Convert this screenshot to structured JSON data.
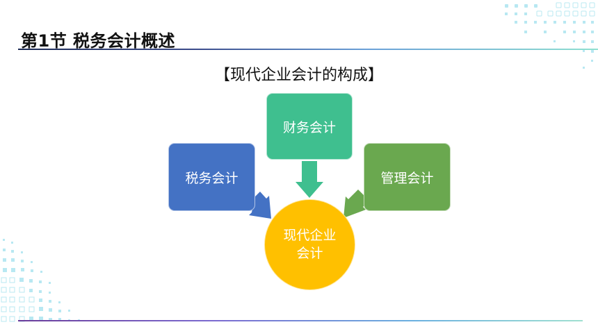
{
  "header": {
    "title": "第1节  税务会计概述"
  },
  "diagram": {
    "subtitle": "【现代企业会计的构成】",
    "nodes": {
      "tax_accounting": "税务会计",
      "financial_accounting": "财务会计",
      "management_accounting": "管理会计",
      "modern_enterprise_line1": "现代企业",
      "modern_enterprise_line2": "会计"
    }
  },
  "colors": {
    "tax_accounting": "#4472c4",
    "financial_accounting": "#3fbf8f",
    "management_accounting": "#6aa84f",
    "modern_enterprise": "#ffc000"
  }
}
